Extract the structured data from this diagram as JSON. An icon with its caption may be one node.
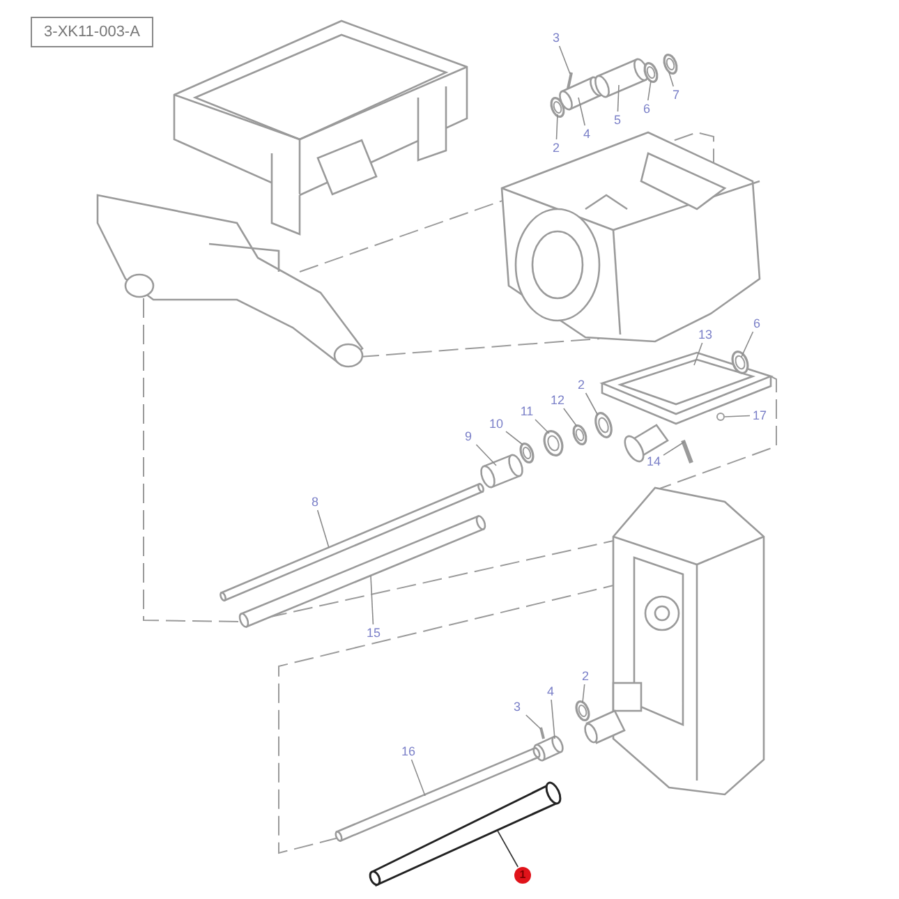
{
  "diagram": {
    "nodes": [
      {
        "text": [
          "3-XK11-003-A"
        ]
      },
      {
        "text": [
          "3"
        ]
      },
      {
        "text": [
          "2"
        ]
      },
      {
        "text": [
          "4"
        ]
      },
      {
        "text": [
          "5"
        ]
      },
      {
        "text": [
          "6"
        ]
      },
      {
        "text": [
          "7"
        ]
      },
      {
        "text": [
          "13"
        ]
      },
      {
        "text": [
          "6"
        ]
      },
      {
        "text": [
          "2"
        ]
      },
      {
        "text": [
          "12"
        ]
      },
      {
        "text": [
          "11"
        ]
      },
      {
        "text": [
          "10"
        ]
      },
      {
        "text": [
          "9"
        ]
      },
      {
        "text": [
          "17"
        ]
      },
      {
        "text": [
          "14"
        ]
      },
      {
        "text": [
          "8"
        ]
      },
      {
        "text": [
          "15"
        ]
      },
      {
        "text": [
          "3"
        ]
      },
      {
        "text": [
          "4"
        ]
      },
      {
        "text": [
          "2"
        ]
      },
      {
        "text": [
          "16"
        ]
      },
      {
        "text": [
          "1"
        ]
      },
      {
        "text": [],
        "shape": "picture"
      },
      {
        "text": [],
        "shape": "picture"
      },
      {
        "text": [],
        "shape": "picture"
      },
      {
        "text": [],
        "shape": "picture"
      },
      {
        "text": [],
        "shape": "picture"
      },
      {
        "text": [],
        "shape": "picture"
      },
      {
        "text": [],
        "shape": "picture"
      },
      {
        "text": [],
        "shape": "picture"
      },
      {
        "text": [],
        "shape": "picture"
      },
      {
        "text": [],
        "shape": "picture"
      },
      {
        "text": [],
        "shape": "picture"
      },
      {
        "text": [],
        "shape": "picture"
      },
      {
        "text": [],
        "shape": "picture"
      },
      {
        "text": [],
        "shape": "picture"
      },
      {
        "text": [],
        "shape": "picture"
      },
      {
        "text": [],
        "shape": "circle"
      },
      {
        "text": [],
        "shape": "picture"
      },
      {
        "text": [],
        "shape": "picture"
      },
      {
        "text": [],
        "shape": "picture"
      },
      {
        "text": [],
        "shape": "picture"
      },
      {
        "text": [],
        "shape": "picture"
      },
      {
        "text": [],
        "shape": "picture"
      },
      {
        "text": [],
        "shape": "picture"
      },
      {
        "text": [],
        "shape": "picture"
      },
      {
        "text": [],
        "shape": "picture"
      }
    ],
    "edges": [
      {
        "from": 1,
        "to": 25,
        "arrow": "none"
      },
      {
        "from": 2,
        "to": 26,
        "arrow": "none"
      },
      {
        "from": 3,
        "to": 27,
        "arrow": "none"
      },
      {
        "from": 4,
        "to": 28,
        "arrow": "none"
      },
      {
        "from": 5,
        "to": 29,
        "arrow": "none"
      },
      {
        "from": 6,
        "to": 30,
        "arrow": "none"
      },
      {
        "from": 7,
        "to": 31,
        "arrow": "none"
      },
      {
        "from": 8,
        "to": 32,
        "arrow": "none"
      },
      {
        "from": 9,
        "to": 33,
        "arrow": "none"
      },
      {
        "from": 10,
        "to": 34,
        "arrow": "none"
      },
      {
        "from": 11,
        "to": 35,
        "arrow": "none"
      },
      {
        "from": 12,
        "to": 36,
        "arrow": "none"
      },
      {
        "from": 13,
        "to": 37,
        "arrow": "none"
      },
      {
        "from": 14,
        "to": 38,
        "arrow": "none"
      },
      {
        "from": 15,
        "to": 39,
        "arrow": "none"
      },
      {
        "from": 16,
        "to": 40,
        "arrow": "none"
      },
      {
        "from": 17,
        "to": 41,
        "arrow": "none"
      },
      {
        "from": 18,
        "to": 43,
        "arrow": "none"
      },
      {
        "from": 19,
        "to": 44,
        "arrow": "none"
      },
      {
        "from": 20,
        "to": 45,
        "arrow": "none"
      },
      {
        "from": 21,
        "to": 46,
        "arrow": "none"
      },
      {
        "from": 22,
        "to": 47,
        "arrow": "none",
        "color": "#333333"
      },
      {
        "from": 23,
        "to": 24,
        "arrow": "none",
        "style": "dashed"
      },
      {
        "from": 23,
        "to": 24,
        "arrow": "none",
        "style": "dashed"
      },
      {
        "from": 23,
        "to": 41,
        "arrow": "none",
        "style": "dashed"
      },
      {
        "from": 41,
        "to": 42,
        "arrow": "none",
        "style": "dashed"
      },
      {
        "from": 31,
        "to": 42,
        "arrow": "none",
        "style": "dashed"
      },
      {
        "from": 46,
        "to": 42,
        "arrow": "none",
        "style": "dashed"
      }
    ]
  }
}
